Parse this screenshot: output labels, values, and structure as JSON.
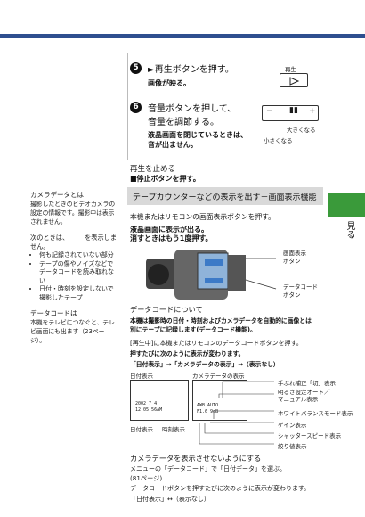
{
  "steps": [
    {
      "num": "5",
      "title": "►再生ボタンを押す。",
      "sub": "画像が映る。"
    },
    {
      "num": "6",
      "title1": "音量ボタンを押して、",
      "title2": "音量を調節する。",
      "sub1": "液晶画面を閉じているときは、",
      "sub2": "音が出ません。"
    }
  ],
  "playback_button_label": "再生",
  "volume": {
    "big_label": "大きくなる",
    "small_label": "小さくなる",
    "minus": "−",
    "plus": "+"
  },
  "stop": {
    "title": "再生を止める",
    "sub": "■停止ボタンを押す。"
  },
  "side_tab": "見る",
  "section_title": "テープカウンターなどの表示を出す－画面表示機能",
  "display": {
    "line1": "本機またはリモコンの画面表示ボタンを押す。",
    "line2": "液晶画面に表示が出る。",
    "line3": "消すときはもう1度押す。"
  },
  "camera_labels": {
    "display_button": "画面表示\nボタン",
    "datacode_button": "データコード\nボタン"
  },
  "datacode": {
    "heading": "データコードについて",
    "body1": "本機は撮影時の日付・時刻およびカメラデータを自動的に画像とは",
    "body2": "別にテープに記録します(データコード機能)。",
    "p1": "[再生中]に本機またはリモコンのデータコードボタンを押す。",
    "p2": "押すたびに次のように表示が変わります。",
    "p3": "「日付表示」→「カメラデータの表示」→（表示なし）"
  },
  "screens": {
    "date_label": "日付表示",
    "camera_label": "カメラデータの表示",
    "date_screen_line1": "2002  7  4",
    "date_screen_line2": "12:05:56AM",
    "cam_screen_line1": "AWB  AUTO",
    "cam_screen_line2": "F1.6  9dB",
    "bottom_left": "日付表示",
    "bottom_mid": "時刻表示"
  },
  "cam_callouts": [
    "手ぶれ補正「切」表示",
    "明るさ設定オート／\nマニュアル表示",
    "ホワイトバランスモード表示",
    "ゲイン表示",
    "シャッタースピード表示",
    "絞り値表示"
  ],
  "hide": {
    "heading": "カメラデータを表示させないようにする",
    "line1": "メニューの「データコード」で「日付データ」を選ぶ。",
    "line2": "(81ページ)",
    "line3": "データコードボタンを押すたびに次のように表示が変わります。",
    "line4": "「日付表示」↔（表示なし）"
  },
  "left_notes": {
    "cam_head": "カメラデータとは",
    "cam_body": "撮影したときのビデオカメラの設定の情報です。撮影中は表示されません。",
    "next_head": "次のときは、　　　を表示しません。",
    "list": [
      "何も記録されていない部分",
      "テープの傷やノイズなどでデータコードを読み取れない",
      "日付・時刻を設定しないで撮影したテープ"
    ],
    "datacode_head": "データコードは",
    "datacode_body": "本機をテレビにつなぐと、テレビ画面にも出ます（23ページ）。"
  }
}
